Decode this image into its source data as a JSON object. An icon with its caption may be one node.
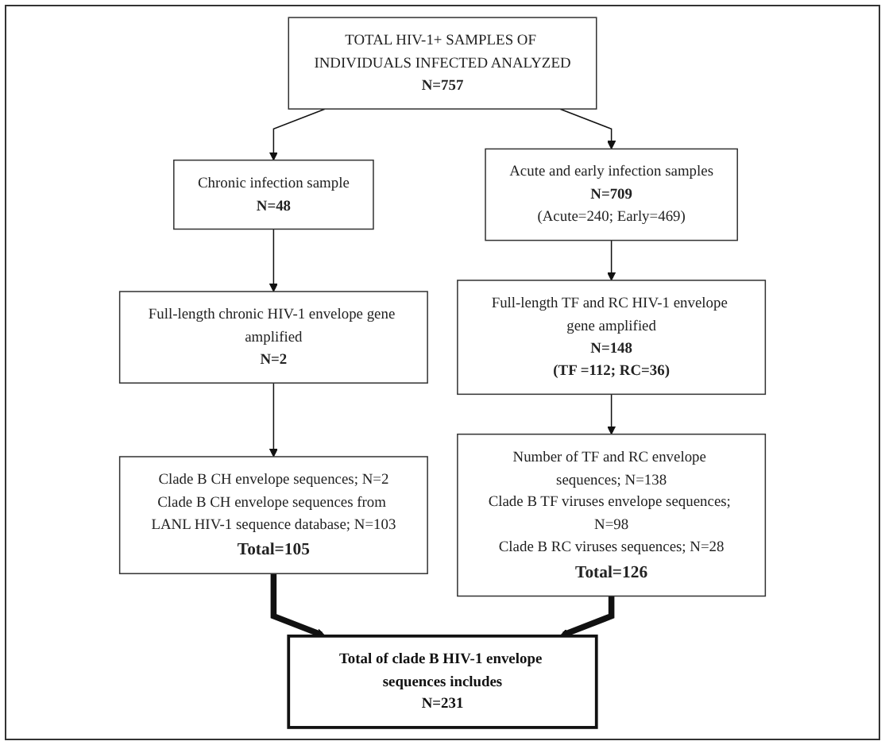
{
  "diagram": {
    "nodes": [
      {
        "text": [
          "TOTAL HIV-1+ SAMPLES OF INDIVIDUALS INFECTED ANALYZED",
          "N=757"
        ]
      },
      {
        "text": [
          "Chronic infection sample",
          "N=48"
        ]
      },
      {
        "text": [
          "Acute and early infection samples",
          "N=709",
          "(Acute=240; Early=469)"
        ]
      },
      {
        "text": [
          "Full-length chronic HIV-1 envelope gene amplified",
          "N=2"
        ]
      },
      {
        "text": [
          "Full-length TF and RC HIV-1 envelope gene amplified",
          "N=148",
          "(TF =112; RC=36)"
        ]
      },
      {
        "text": [
          "Clade B CH envelope sequences; N=2",
          "Clade B CH envelope sequences from LANL HIV-1 sequence database; N=103",
          "Total=105"
        ]
      },
      {
        "text": [
          "Number of TF and RC envelope sequences; N=138",
          "Clade B TF viruses envelope sequences; N=98",
          "Clade B RC viruses sequences; N=28",
          "Total=126"
        ]
      },
      {
        "text": [
          "Total of clade B HIV-1 envelope sequences includes",
          "N=231"
        ]
      }
    ],
    "edges": [
      {
        "from": 0,
        "to": 1,
        "arrow": "to"
      },
      {
        "from": 0,
        "to": 2,
        "arrow": "to"
      },
      {
        "from": 1,
        "to": 3,
        "arrow": "to"
      },
      {
        "from": 2,
        "to": 4,
        "arrow": "to"
      },
      {
        "from": 3,
        "to": 5,
        "arrow": "to"
      },
      {
        "from": 4,
        "to": 6,
        "arrow": "to"
      },
      {
        "from": 5,
        "to": 7,
        "arrow": "to",
        "style": "thick"
      },
      {
        "from": 6,
        "to": 7,
        "arrow": "to",
        "style": "thick"
      }
    ]
  }
}
